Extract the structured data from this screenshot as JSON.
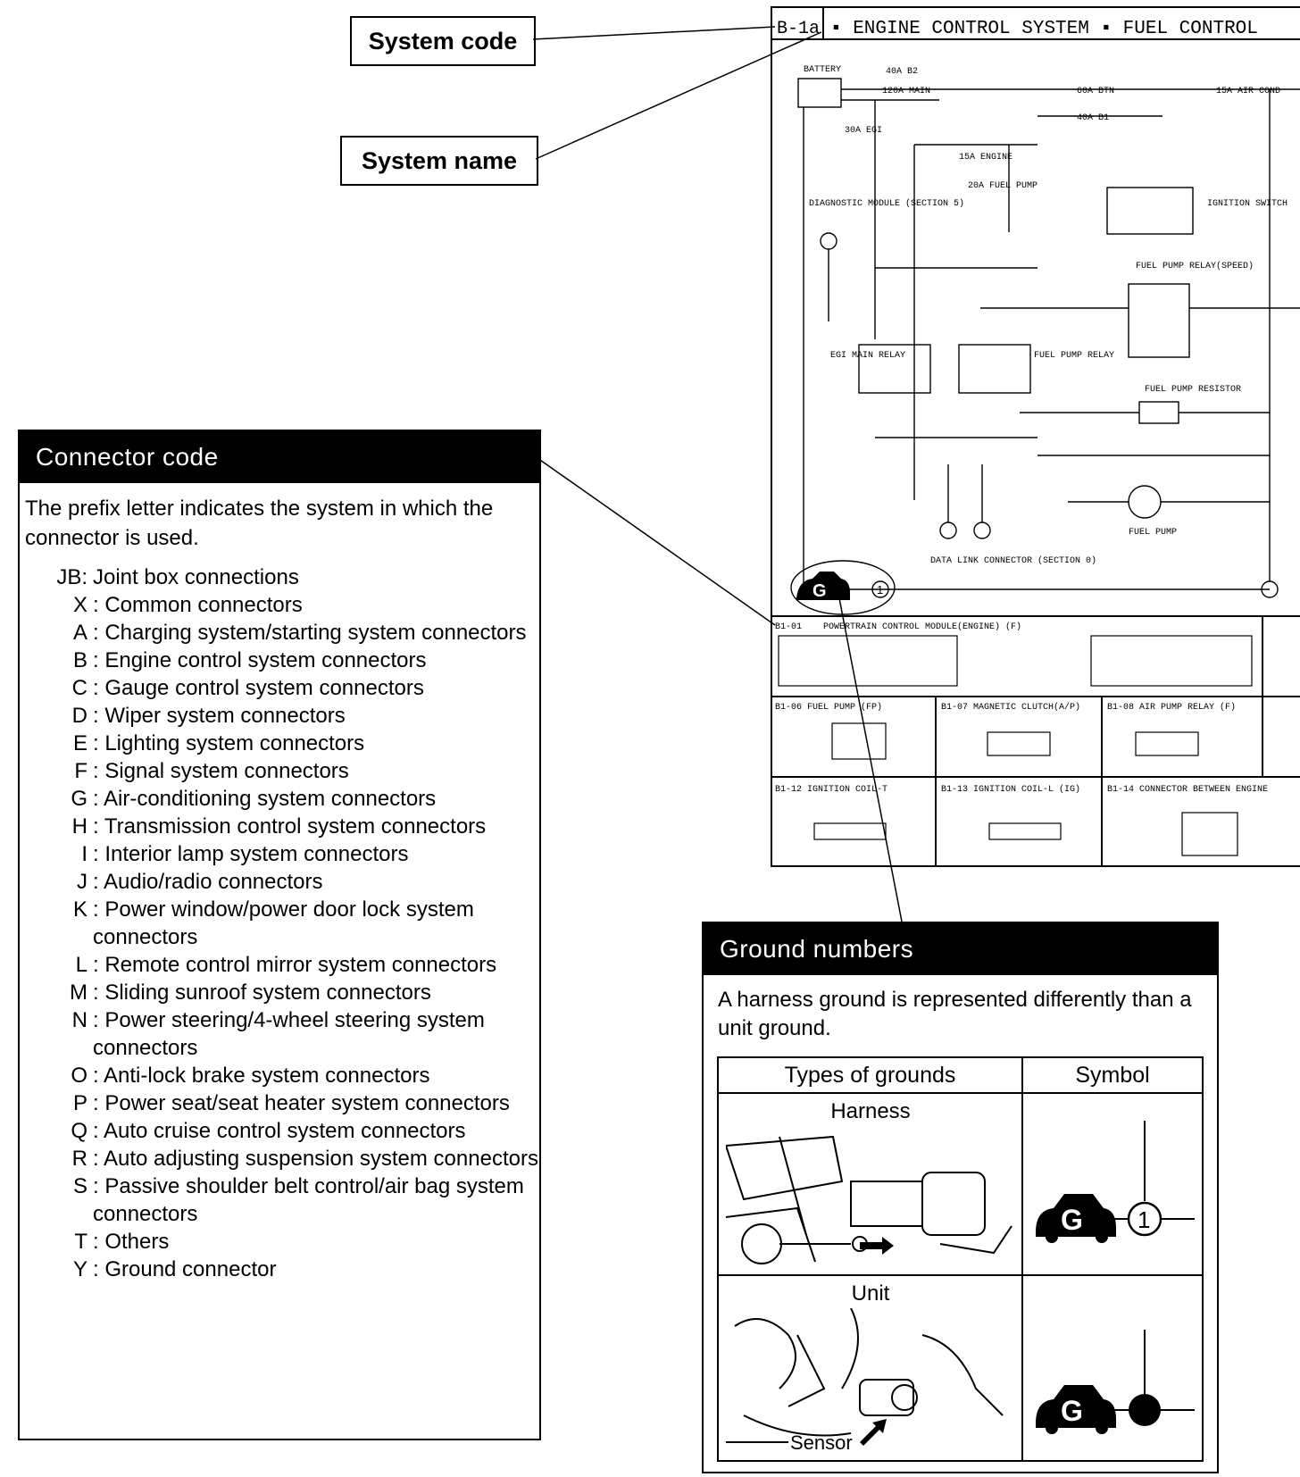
{
  "callouts": {
    "system_code": "System code",
    "system_name": "System name"
  },
  "connector_panel": {
    "title": "Connector code",
    "intro": "The prefix letter indicates the system in which the connector is used.",
    "items": [
      {
        "code": "JB:",
        "desc": "Joint box connections"
      },
      {
        "code": "X",
        "desc": ": Common connectors"
      },
      {
        "code": "A",
        "desc": ": Charging system/starting system connectors"
      },
      {
        "code": "B",
        "desc": ": Engine control system connectors"
      },
      {
        "code": "C",
        "desc": ": Gauge control system connectors"
      },
      {
        "code": "D",
        "desc": ": Wiper system connectors"
      },
      {
        "code": "E",
        "desc": ": Lighting system connectors"
      },
      {
        "code": "F",
        "desc": ": Signal system connectors"
      },
      {
        "code": "G",
        "desc": ": Air-conditioning system connectors"
      },
      {
        "code": "H",
        "desc": ": Transmission control system connectors"
      },
      {
        "code": "I",
        "desc": ": Interior lamp system connectors"
      },
      {
        "code": "J",
        "desc": ": Audio/radio connectors"
      },
      {
        "code": "K",
        "desc": ": Power window/power door lock system connectors"
      },
      {
        "code": "L",
        "desc": ": Remote control mirror system connectors"
      },
      {
        "code": "M",
        "desc": ": Sliding sunroof system connectors"
      },
      {
        "code": "N",
        "desc": ": Power steering/4-wheel steering system connectors"
      },
      {
        "code": "O",
        "desc": ": Anti-lock brake system connectors"
      },
      {
        "code": "P",
        "desc": ": Power seat/seat heater system connectors"
      },
      {
        "code": "Q",
        "desc": ": Auto cruise control system connectors"
      },
      {
        "code": "R",
        "desc": ": Auto adjusting suspension system connectors"
      },
      {
        "code": "S",
        "desc": ": Passive shoulder belt control/air bag system connectors"
      },
      {
        "code": "T",
        "desc": ": Others"
      },
      {
        "code": "Y",
        "desc": ": Ground connector"
      }
    ]
  },
  "ground_panel": {
    "title": "Ground numbers",
    "intro": "A harness ground is represented differently than a unit ground.",
    "col_types": "Types of grounds",
    "col_symbol": "Symbol",
    "row_harness": "Harness",
    "row_unit": "Unit",
    "sensor_label": "Sensor",
    "symbol_letter": "G",
    "harness_number": "1"
  },
  "diagram": {
    "code": "B-1a",
    "title": "▪ ENGINE CONTROL SYSTEM  ▪ FUEL CONTROL",
    "labels": {
      "battery": "BATTERY",
      "fuse_40a_b2": "40A B2",
      "fuse_120a_main": "120A MAIN",
      "fuse_60a_btn": "60A BTN",
      "fuse_40a_b1": "40A B1",
      "fuse_15a_aircond": "15A AIR COND",
      "fuse_30a_egi": "30A EGI",
      "fuse_15a_engine": "15A ENGINE",
      "fuse_20a_fuel_pump": "20A FUEL PUMP",
      "diag_module": "DIAGNOSTIC MODULE (SECTION 5)",
      "ignition_switch": "IGNITION SWITCH",
      "fp_relay_speed": "FUEL PUMP RELAY(SPEED)",
      "egi_main_relay": "EGI MAIN RELAY",
      "fuel_pump_relay": "FUEL PUMP RELAY",
      "fuel_pump_resistor": "FUEL PUMP RESISTOR",
      "fuel_pump": "FUEL PUMP",
      "data_link": "DATA LINK CONNECTOR (SECTION 0)",
      "pcm": "POWERTRAIN CONTROL MODULE(ENGINE)  (F)",
      "b1_01": "B1-01",
      "b1_06": "B1-06  FUEL PUMP (FP)",
      "b1_07": "B1-07 MAGNETIC CLUTCH(A/P)",
      "b1_08": "B1-08  AIR PUMP RELAY (F)",
      "b1_12": "B1-12  IGNITION COIL-T",
      "b1_13": "B1-13  IGNITION COIL-L  (IG)",
      "b1_14": "B1-14 CONNECTOR BETWEEN ENGINE"
    }
  }
}
